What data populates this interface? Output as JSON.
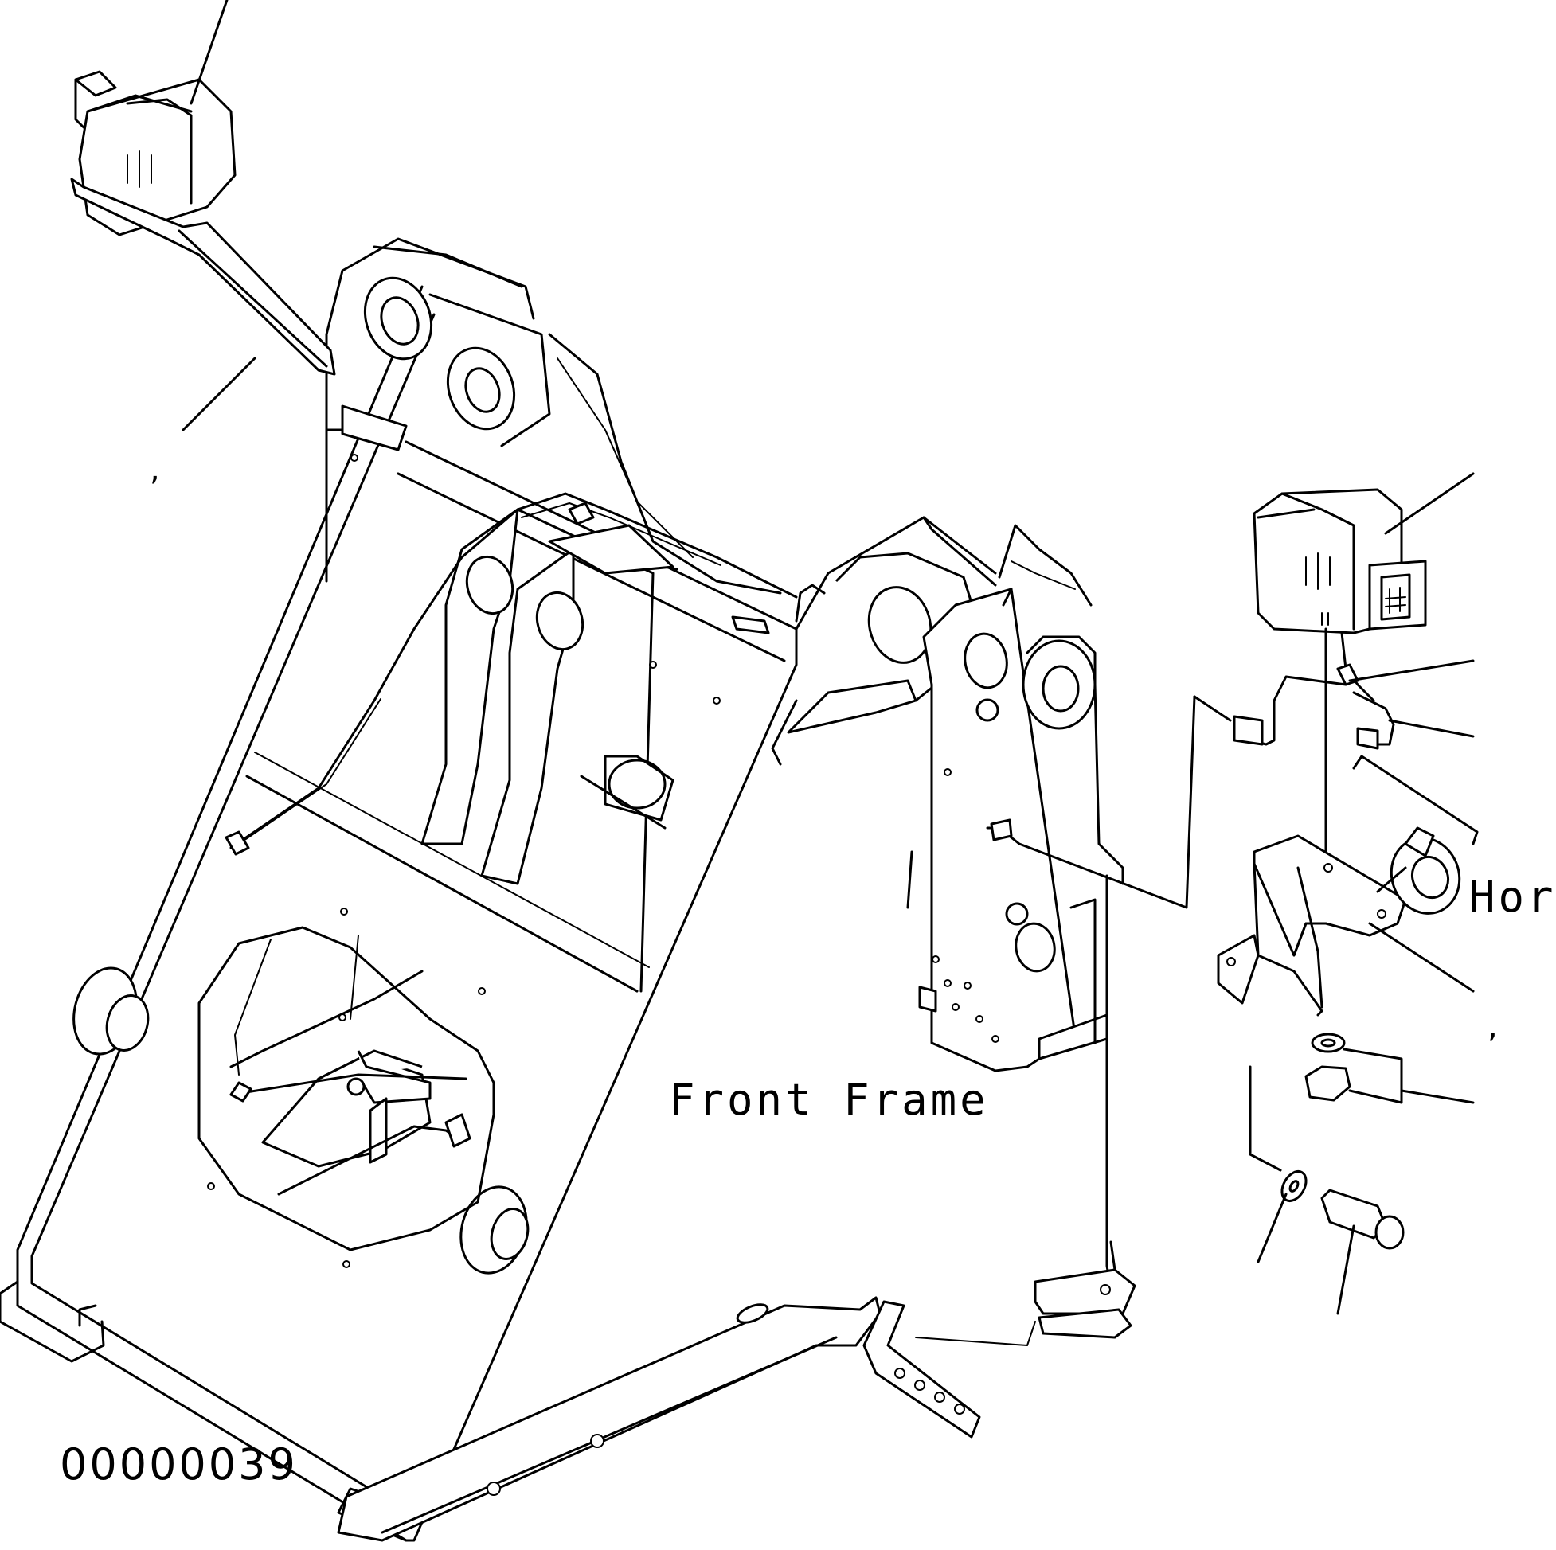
{
  "labels": {
    "front_frame": "Front Frame",
    "horn": "Horn",
    "drawing_number": "00000039",
    "mark_left": ",",
    "mark_right": ","
  }
}
